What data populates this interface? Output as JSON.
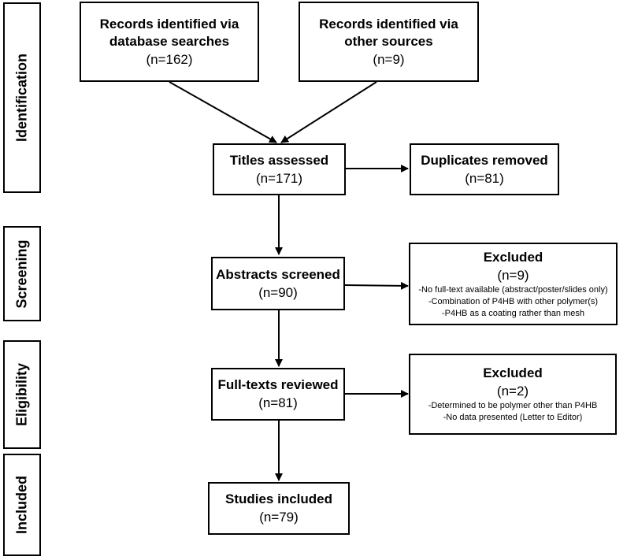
{
  "stages": {
    "identification": "Identification",
    "screening": "Screening",
    "eligibility": "Eligibility",
    "included": "Included"
  },
  "boxes": {
    "db_search": {
      "title_line1": "Records identified via",
      "title_line2": "database searches",
      "count": "(n=162)"
    },
    "other_sources": {
      "title_line1": "Records identified via",
      "title_line2": "other sources",
      "count": "(n=9)"
    },
    "titles_assessed": {
      "title": "Titles assessed",
      "count": "(n=171)"
    },
    "duplicates_removed": {
      "title": "Duplicates removed",
      "count": "(n=81)"
    },
    "abstracts_screened": {
      "title": "Abstracts screened",
      "count": "(n=90)"
    },
    "excluded_screening": {
      "title": "Excluded",
      "count": "(n=9)",
      "reasons": [
        "-No full-text available (abstract/poster/slides only)",
        "-Combination of P4HB with other polymer(s)",
        "-P4HB as a coating rather than mesh"
      ]
    },
    "fulltexts_reviewed": {
      "title": "Full-texts reviewed",
      "count": "(n=81)"
    },
    "excluded_eligibility": {
      "title": "Excluded",
      "count": "(n=2)",
      "reasons": [
        "-Determined to be polymer other than P4HB",
        "-No data presented (Letter to Editor)"
      ]
    },
    "studies_included": {
      "title": "Studies included",
      "count": "(n=79)"
    }
  }
}
